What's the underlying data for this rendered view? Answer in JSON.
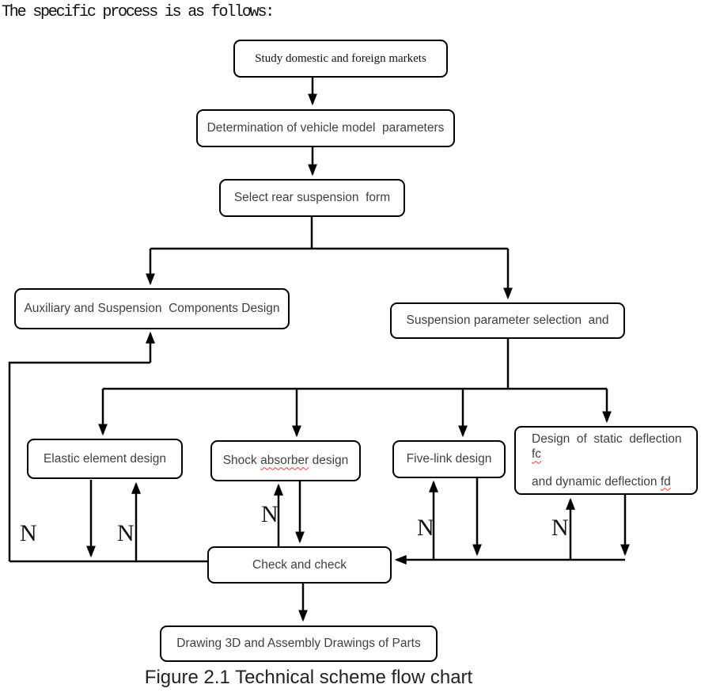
{
  "intro": {
    "text": "The specific process is as follows:"
  },
  "caption": {
    "text": "Figure 2.1 Technical scheme flow chart"
  },
  "colors": {
    "line": "#000000",
    "box_border": "#000000",
    "box_text": "#3f3f3f",
    "serif_text": "#111111",
    "spellcheck_underline": "#e03a3a"
  },
  "nodes": {
    "study": {
      "label": "Study domestic and foreign markets"
    },
    "determination": {
      "label": "Determination of vehicle model  parameters"
    },
    "select": {
      "label": "Select rear suspension  form"
    },
    "auxiliary": {
      "label": "Auxiliary and Suspension  Components Design"
    },
    "suspension": {
      "label": "Suspension parameter selection  and"
    },
    "elastic": {
      "label": "Elastic element design"
    },
    "shock": {
      "prefix": "Shock ",
      "flagged": "absorber",
      "suffix": " design"
    },
    "five_link": {
      "label": "Five-link design"
    },
    "deflection": {
      "line1_text": "Design  of  static  deflection  ",
      "line1_flagged": "fc",
      "line2_text": "and dynamic deflection ",
      "line2_flagged": "fd"
    },
    "check": {
      "label": "Check and check"
    },
    "drawing": {
      "label": "Drawing 3D and Assembly Drawings of Parts"
    }
  },
  "feedback_labels": [
    {
      "text": "N"
    },
    {
      "text": "N"
    },
    {
      "text": "N"
    },
    {
      "text": "N"
    },
    {
      "text": "N"
    }
  ]
}
